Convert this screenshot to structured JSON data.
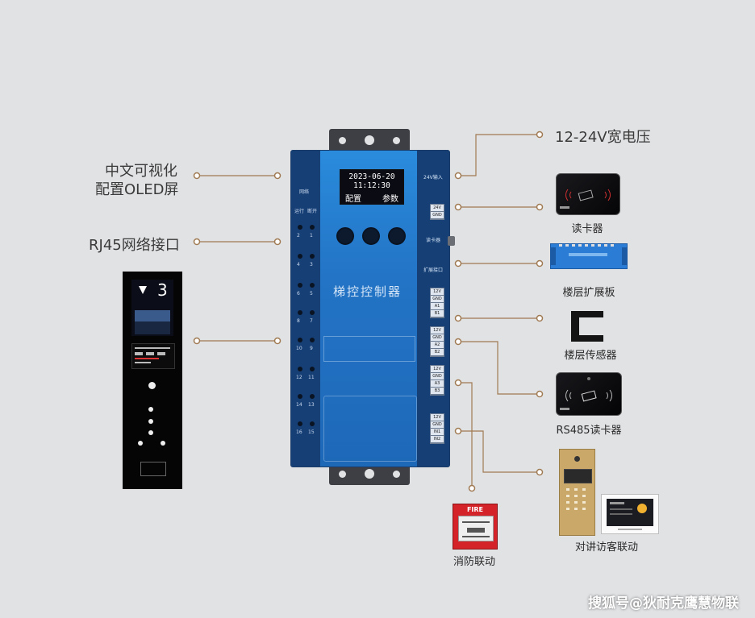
{
  "left_labels": {
    "oled_line1": "中文可视化",
    "oled_line2": "配置OLED屏",
    "rj45": "RJ45网络接口"
  },
  "right_labels": {
    "power": "12-24V宽电压",
    "card_reader": "读卡器",
    "expansion_board": "楼层扩展板",
    "floor_sensor": "楼层传感器",
    "rs485_reader": "RS485读卡器",
    "intercom": "对讲访客联动",
    "fire": "消防联动"
  },
  "controller": {
    "title": "梯控控制器",
    "oled_date": "2023-06-20",
    "oled_time": "11:12:30",
    "oled_menu_left": "配置",
    "oled_menu_right": "参数",
    "power_in": "24V输入",
    "net_label": "网络",
    "run_label": "运行",
    "reset_label": "断开",
    "reader_label": "读卡器",
    "ext_label": "扩展接口",
    "port_numbers_left": [
      "2",
      "4",
      "6",
      "8",
      "10",
      "12",
      "14",
      "16"
    ],
    "port_numbers_right": [
      "1",
      "3",
      "5",
      "7",
      "9",
      "11",
      "13",
      "15"
    ],
    "terminals_top": [
      "24V",
      "GND"
    ],
    "terminals_1": [
      "12V",
      "GND",
      "A1",
      "B1"
    ],
    "terminals_2": [
      "12V",
      "GND",
      "A2",
      "B2"
    ],
    "terminals_3": [
      "12V",
      "GND",
      "A3",
      "B3"
    ],
    "terminals_4": [
      "12V",
      "GND",
      "IN1",
      "IN2"
    ]
  },
  "panel": {
    "floor": "3"
  },
  "fire_box": {
    "text": "FIRE"
  },
  "watermark": "搜狐号@狄耐克鹰慧物联",
  "colors": {
    "background": "#e1e2e4",
    "line": "#a07a52",
    "controller_blue": "#1e5ea8"
  }
}
